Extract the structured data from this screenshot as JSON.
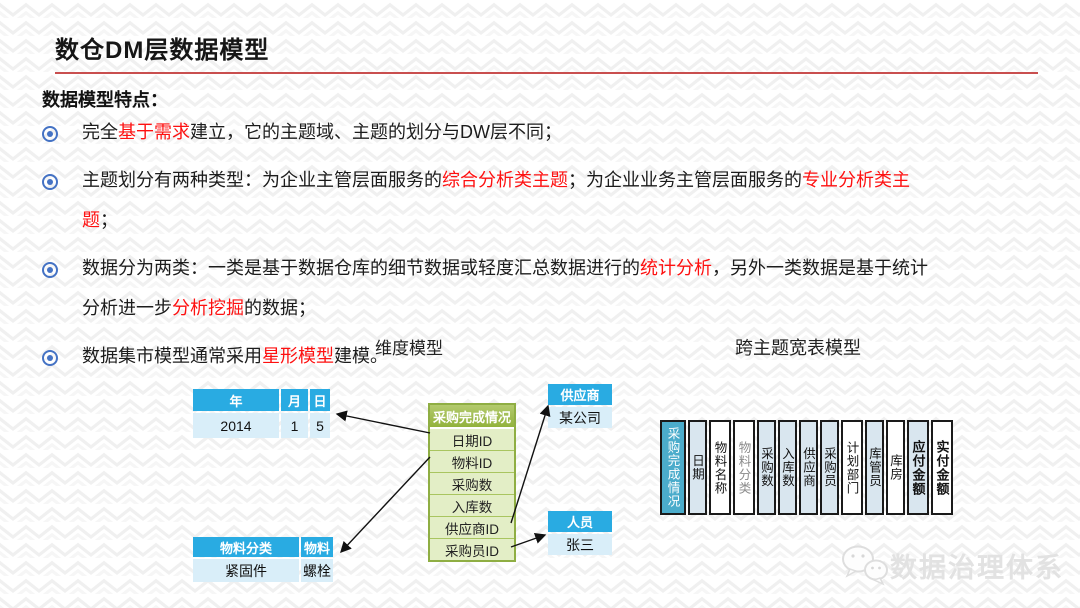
{
  "page": {
    "title": "数仓DM层数据模型",
    "section_heading": "数据模型特点：",
    "bullets": [
      {
        "segments": [
          {
            "t": "完全",
            "red": false
          },
          {
            "t": "基于需求",
            "red": true
          },
          {
            "t": "建立，它的主题域、主题的划分与DW层不同；",
            "red": false
          }
        ]
      },
      {
        "segments": [
          {
            "t": "主题划分有两种类型：为企业主管层面服务的",
            "red": false
          },
          {
            "t": "综合分析类主题",
            "red": true
          },
          {
            "t": "；为企业业务主管层面服务的",
            "red": false
          },
          {
            "t": "专业分析类主题",
            "red": true
          },
          {
            "t": "；",
            "red": false
          }
        ]
      },
      {
        "segments": [
          {
            "t": "数据分为两类：一类是基于数据仓库的细节数据或轻度汇总数据进行的",
            "red": false
          },
          {
            "t": "统计分析",
            "red": true
          },
          {
            "t": "，另外一类数据是基于统计分析进一步",
            "red": false
          },
          {
            "t": "分析挖掘",
            "red": true
          },
          {
            "t": "的数据；",
            "red": false
          }
        ]
      },
      {
        "segments": [
          {
            "t": "数据集市模型通常采用",
            "red": false
          },
          {
            "t": "星形模型",
            "red": true
          },
          {
            "t": "建模。",
            "red": false
          }
        ]
      }
    ],
    "diagram_labels": {
      "left": "维度模型",
      "right": "跨主题宽表模型"
    }
  },
  "dimension_model": {
    "date_table": {
      "headers": [
        "年",
        "月",
        "日"
      ],
      "values": [
        "2014",
        "1",
        "5"
      ]
    },
    "material_table": {
      "headers": [
        "物料分类",
        "物料"
      ],
      "values": [
        "紧固件",
        "螺栓"
      ]
    },
    "fact_table": {
      "title": "采购完成情况",
      "rows": [
        "日期ID",
        "物料ID",
        "采购数",
        "入库数",
        "供应商ID",
        "采购员ID"
      ]
    },
    "supplier_table": {
      "header": "供应商",
      "value": "某公司"
    },
    "person_table": {
      "header": "人员",
      "value": "张三"
    }
  },
  "wide_table_model": {
    "columns": [
      {
        "label": "采购完成情况",
        "style": "teal"
      },
      {
        "label": "日期",
        "style": "blue"
      },
      {
        "label": "物料名称",
        "style": "white"
      },
      {
        "label": "物料分类",
        "style": "white-gray"
      },
      {
        "label": "采购数",
        "style": "blue"
      },
      {
        "label": "入库数",
        "style": "blue"
      },
      {
        "label": "供应商",
        "style": "blue"
      },
      {
        "label": "采购员",
        "style": "blue"
      },
      {
        "label": "计划部门",
        "style": "white"
      },
      {
        "label": "库管员",
        "style": "blue"
      },
      {
        "label": "库房",
        "style": "white"
      },
      {
        "label": "应付金额",
        "style": "blue-bold"
      },
      {
        "label": "实付金额",
        "style": "white-bold"
      }
    ]
  },
  "watermark": {
    "text": "数据治理体系",
    "icon": "wechat-icon"
  },
  "colors": {
    "accent_red": "#fe1010",
    "title_rule": "#c94f4f",
    "bullet_blue": "#4472c4",
    "cyan_header": "#29abe2",
    "cyan_value_bg": "#d9eef9",
    "fact_header_green": "#9bb948",
    "fact_row_green": "#e3eec6",
    "wide_teal": "#4baccb",
    "wide_blue": "#d9e6ef"
  }
}
